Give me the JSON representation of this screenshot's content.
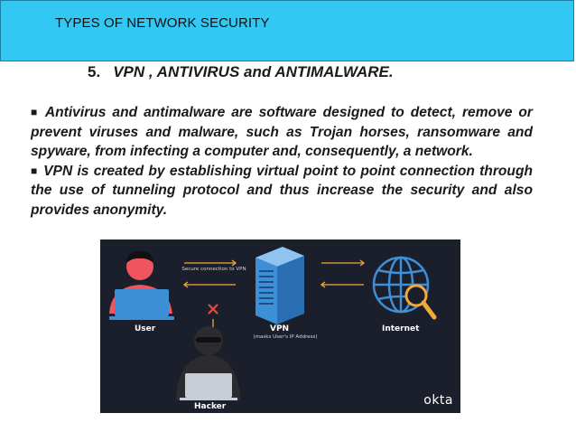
{
  "header": {
    "title": "TYPES OF NETWORK SECURITY"
  },
  "section": {
    "number": "5.",
    "title": "VPN , ANTIVIRUS  and ANTIMALWARE."
  },
  "paragraphs": [
    {
      "bullet": "■",
      "text": "Antivirus and antimalware are software designed to detect, remove or prevent viruses and malware, such as Trojan horses, ransomware and spyware, from infecting a computer and, consequently, a network."
    },
    {
      "bullet": "■",
      "text": "VPN is created by establishing virtual point to point connection through the use of tunneling protocol and thus increase the security and also provides anonymity."
    }
  ],
  "diagram": {
    "user_label": "User",
    "vpn_label": "VPN",
    "vpn_sublabel": "(masks User's IP Address)",
    "internet_label": "Internet",
    "hacker_label": "Hacker",
    "connection_label": "Secure connection to VPN",
    "brand": "okta",
    "colors": {
      "user": "#f0555f",
      "vpn": "#3d8fd6",
      "internet": "#3d8fd6",
      "magnifier": "#f2a93b",
      "arrow": "#f2a93b",
      "block": "#e84b3c",
      "background": "#1b1f2b"
    },
    "icons": [
      "user-icon",
      "laptop-icon",
      "server-icon",
      "globe-icon",
      "magnifier-icon",
      "hacker-icon",
      "block-x-icon",
      "arrow-icon"
    ]
  }
}
